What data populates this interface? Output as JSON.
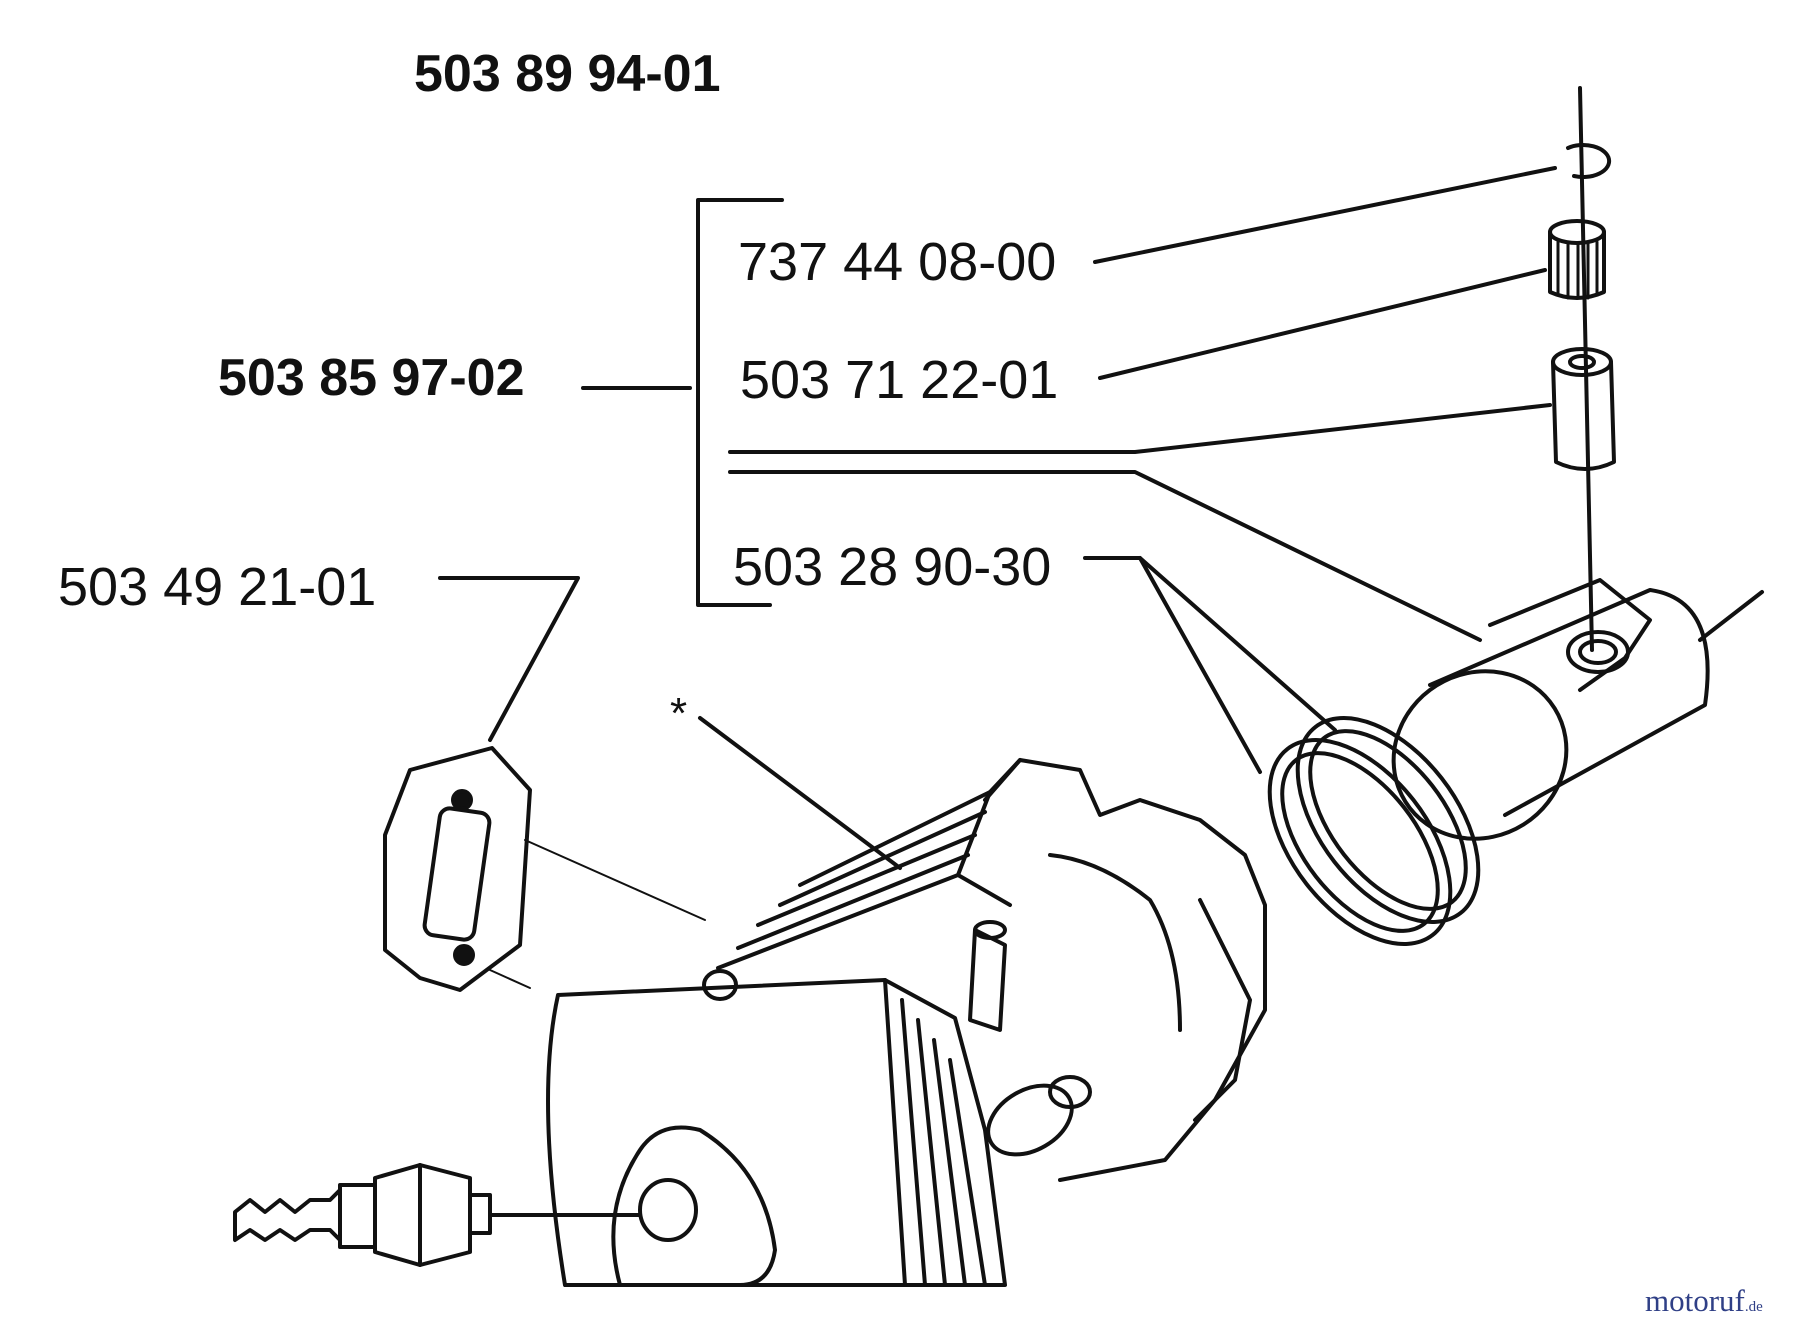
{
  "labels": {
    "assembly_number": "503 89 94-01",
    "kit_number": "503 85 97-02",
    "part_pin_clip": "737 44 08-00",
    "part_needle_bearing": "503 71 22-01",
    "part_piston_ring": "503 28 90-30",
    "part_gasket": "503 49 21-01",
    "asterisk_marker": "*"
  },
  "watermark": {
    "main": "motoruf",
    "suffix": ".de"
  },
  "colors": {
    "line": "#111111",
    "watermark_main": "#2f3f86",
    "watermark_accent": "#e07a16"
  }
}
